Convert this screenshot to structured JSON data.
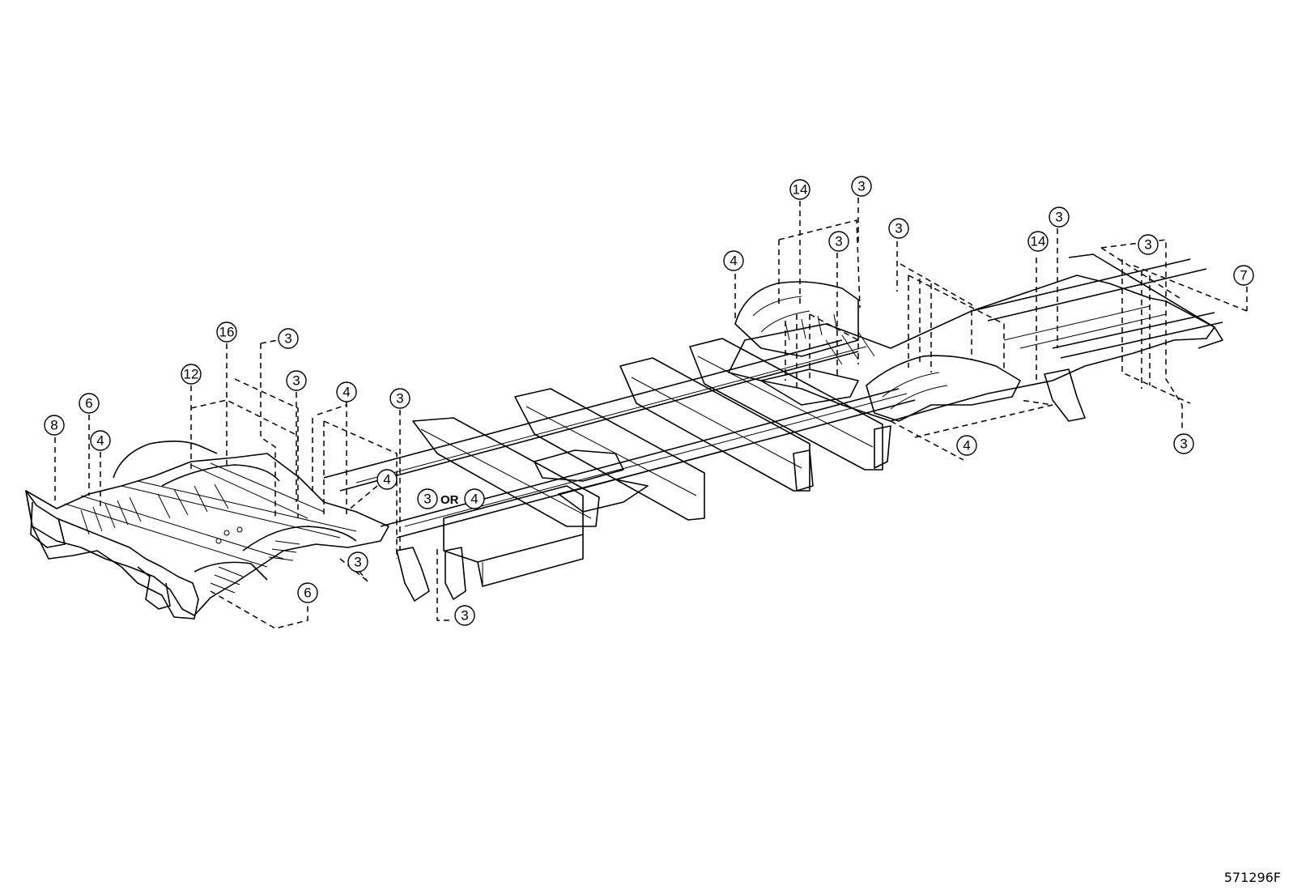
{
  "figure_code": "571296F",
  "or_label": "OR",
  "callouts": {
    "c01": "8",
    "c02": "6",
    "c03": "4",
    "c04": "12",
    "c05": "16",
    "c06": "3",
    "c07": "3",
    "c08": "4",
    "c09": "3",
    "c10": "4",
    "c11": "3",
    "c12": "4",
    "c13": "3",
    "c14": "6",
    "c15": "3",
    "c16": "4",
    "c17": "14",
    "c18": "3",
    "c19": "3",
    "c20": "3",
    "c21": "14",
    "c22": "3",
    "c23": "3",
    "c24": "7",
    "c25": "4",
    "c26": "3"
  }
}
